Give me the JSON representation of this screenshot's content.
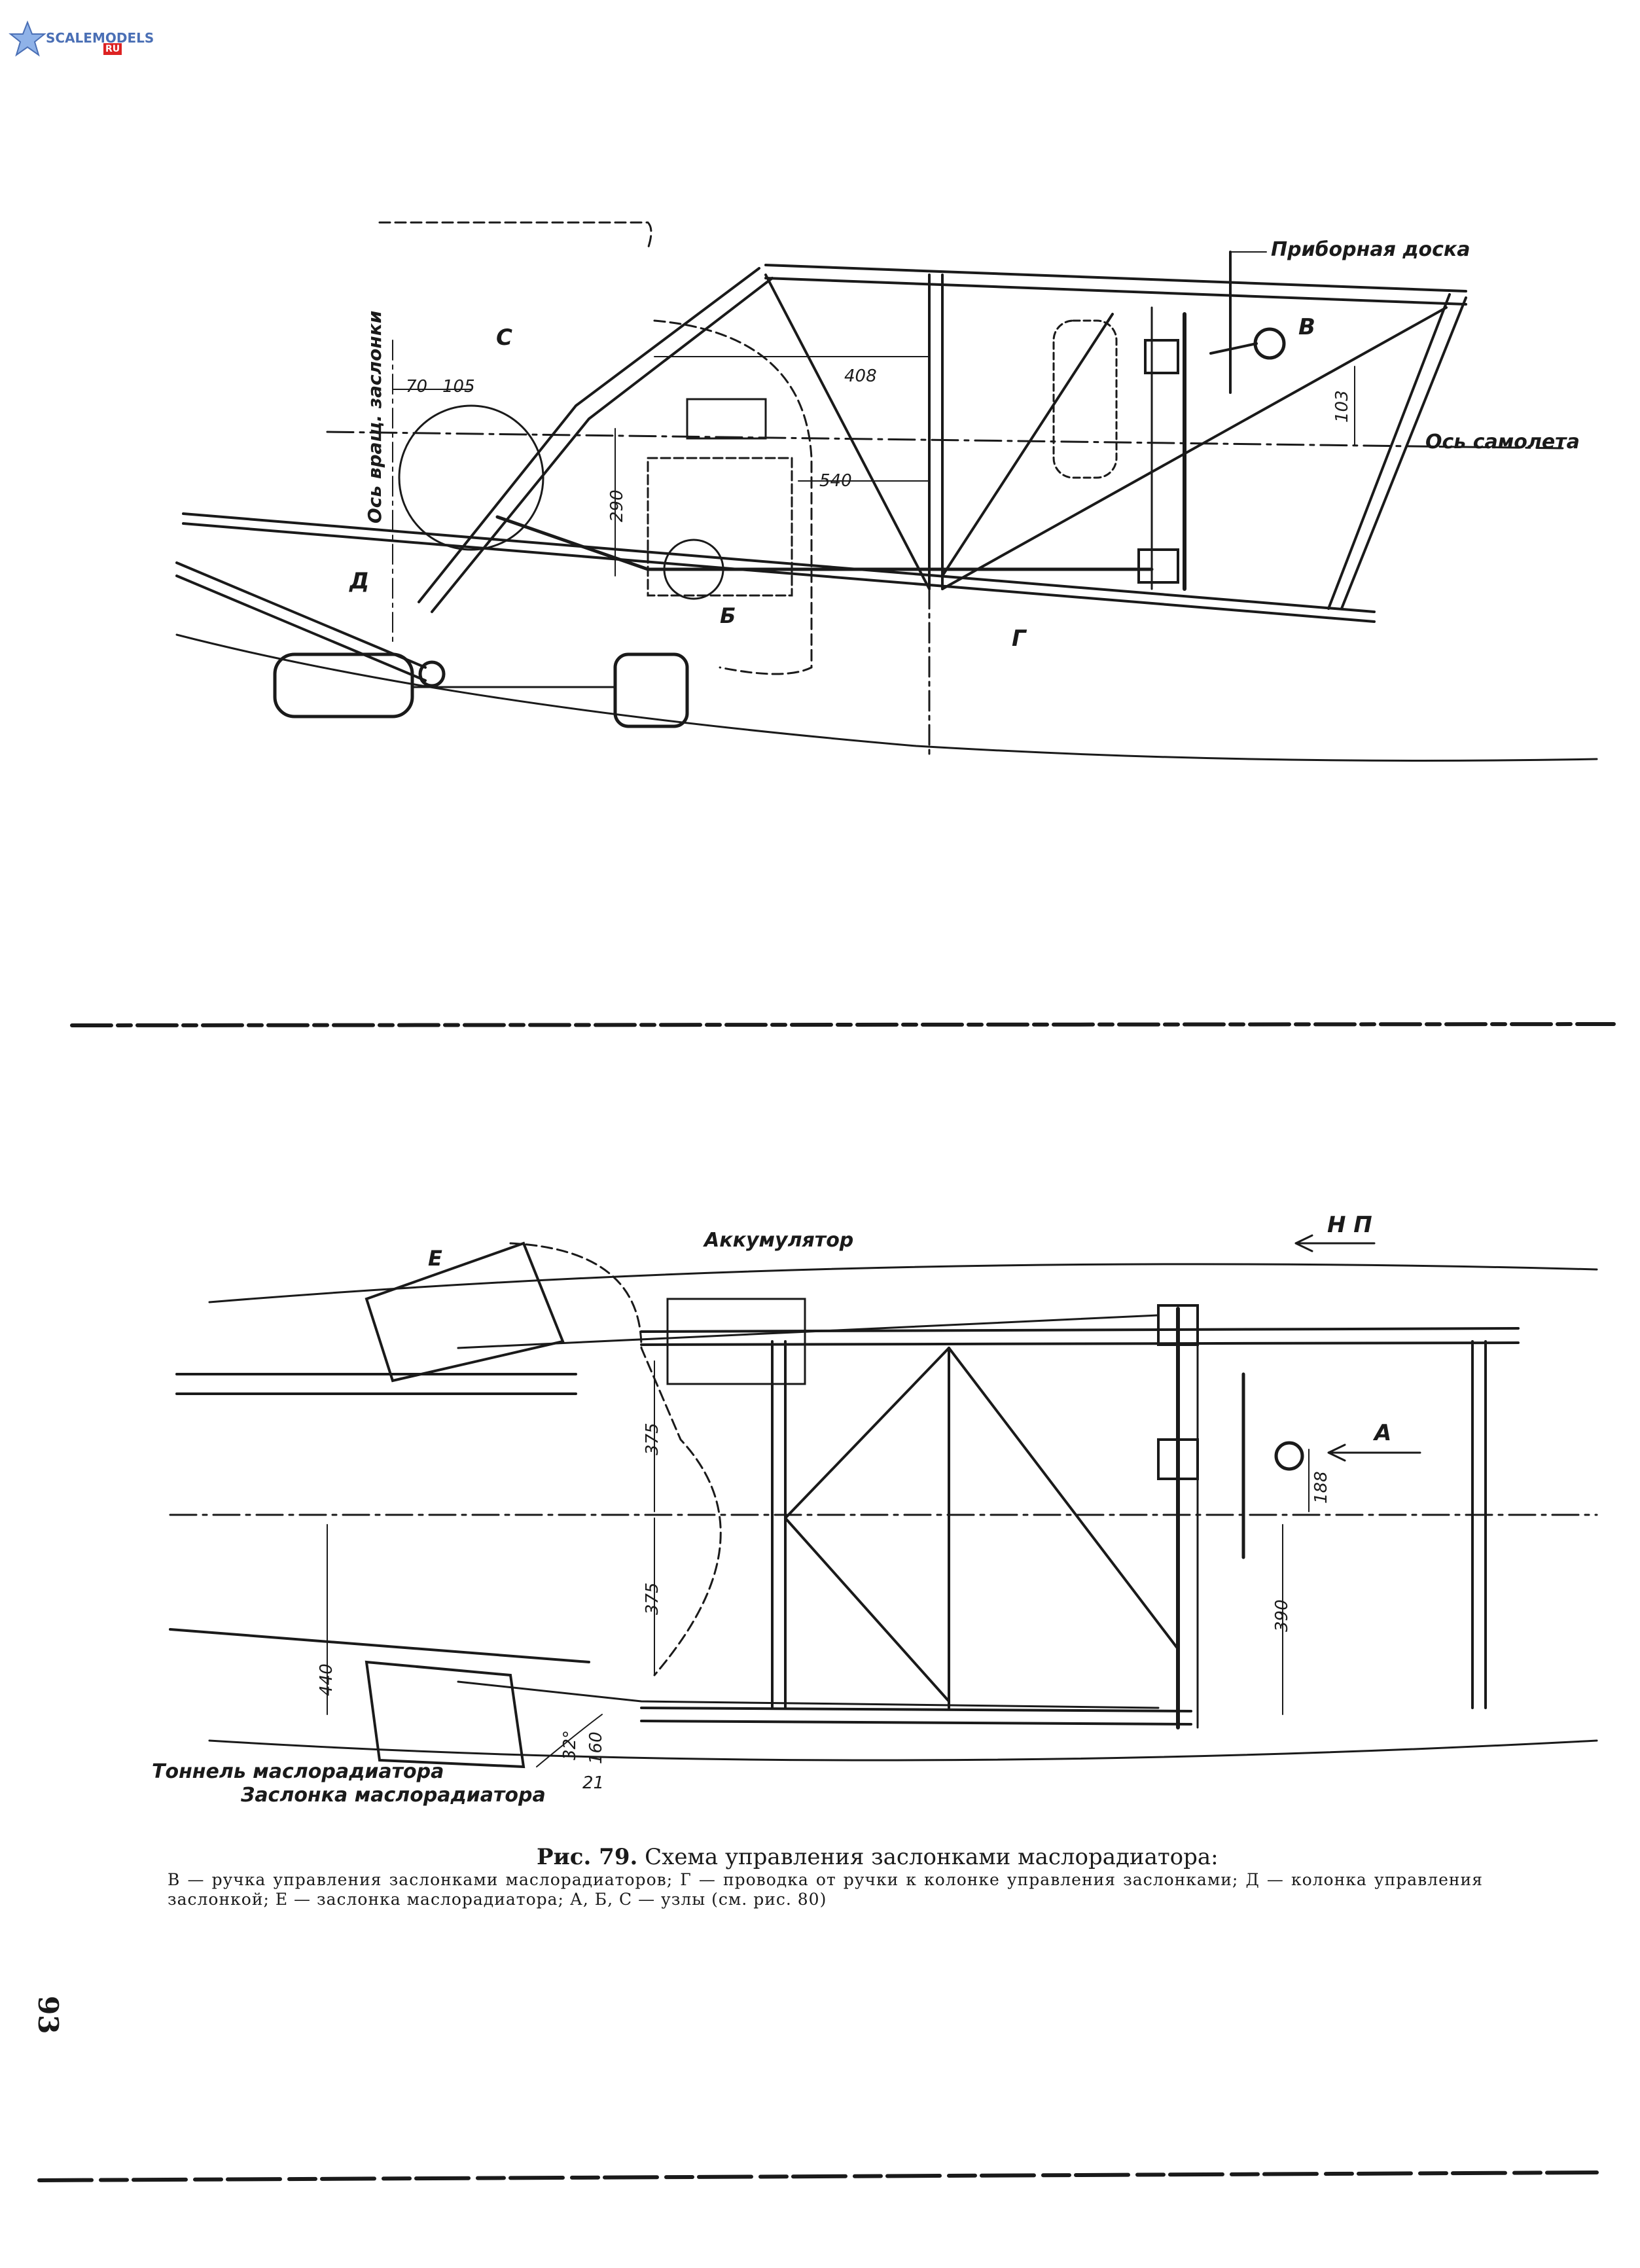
{
  "logo": {
    "text": "SCALEMODELS",
    "suffix": "RU",
    "icon": "star-icon"
  },
  "top_view": {
    "labels": {
      "instrument_panel": "Приборная доска",
      "aircraft_axis": "Ось самолета",
      "flap_rotation_axis": "Ось вращ. заслонки",
      "node_c": "С",
      "node_b": "В",
      "node_d": "Д",
      "node_b2": "Б",
      "node_g": "Г"
    },
    "dimensions": {
      "d70": "70",
      "d105": "105",
      "d290": "290",
      "d408": "408",
      "d540": "540",
      "d103": "103"
    }
  },
  "bottom_view": {
    "labels": {
      "battery": "Аккумулятор",
      "flight_direction": "Н П",
      "node_e": "Е",
      "node_a": "А",
      "radiator_tunnel": "Тоннель маслорадиатора",
      "radiator_flap": "Заслонка маслорадиатора"
    },
    "dimensions": {
      "d375a": "375",
      "d375b": "375",
      "d440": "440",
      "d188": "188",
      "d390": "390",
      "d160": "160",
      "d21": "21",
      "angle": "32°"
    }
  },
  "caption": {
    "figure": "Рис. 79.",
    "title": "Схема управления заслонками маслорадиатора:",
    "body": "В — ручка управления заслонками маслорадиаторов; Г — проводка от ручки к колонке управления заслонками; Д — колонка управления заслонкой; Е — заслонка маслорадиатора; А, Б, С — узлы (см. рис. 80)"
  },
  "page_number": "93"
}
